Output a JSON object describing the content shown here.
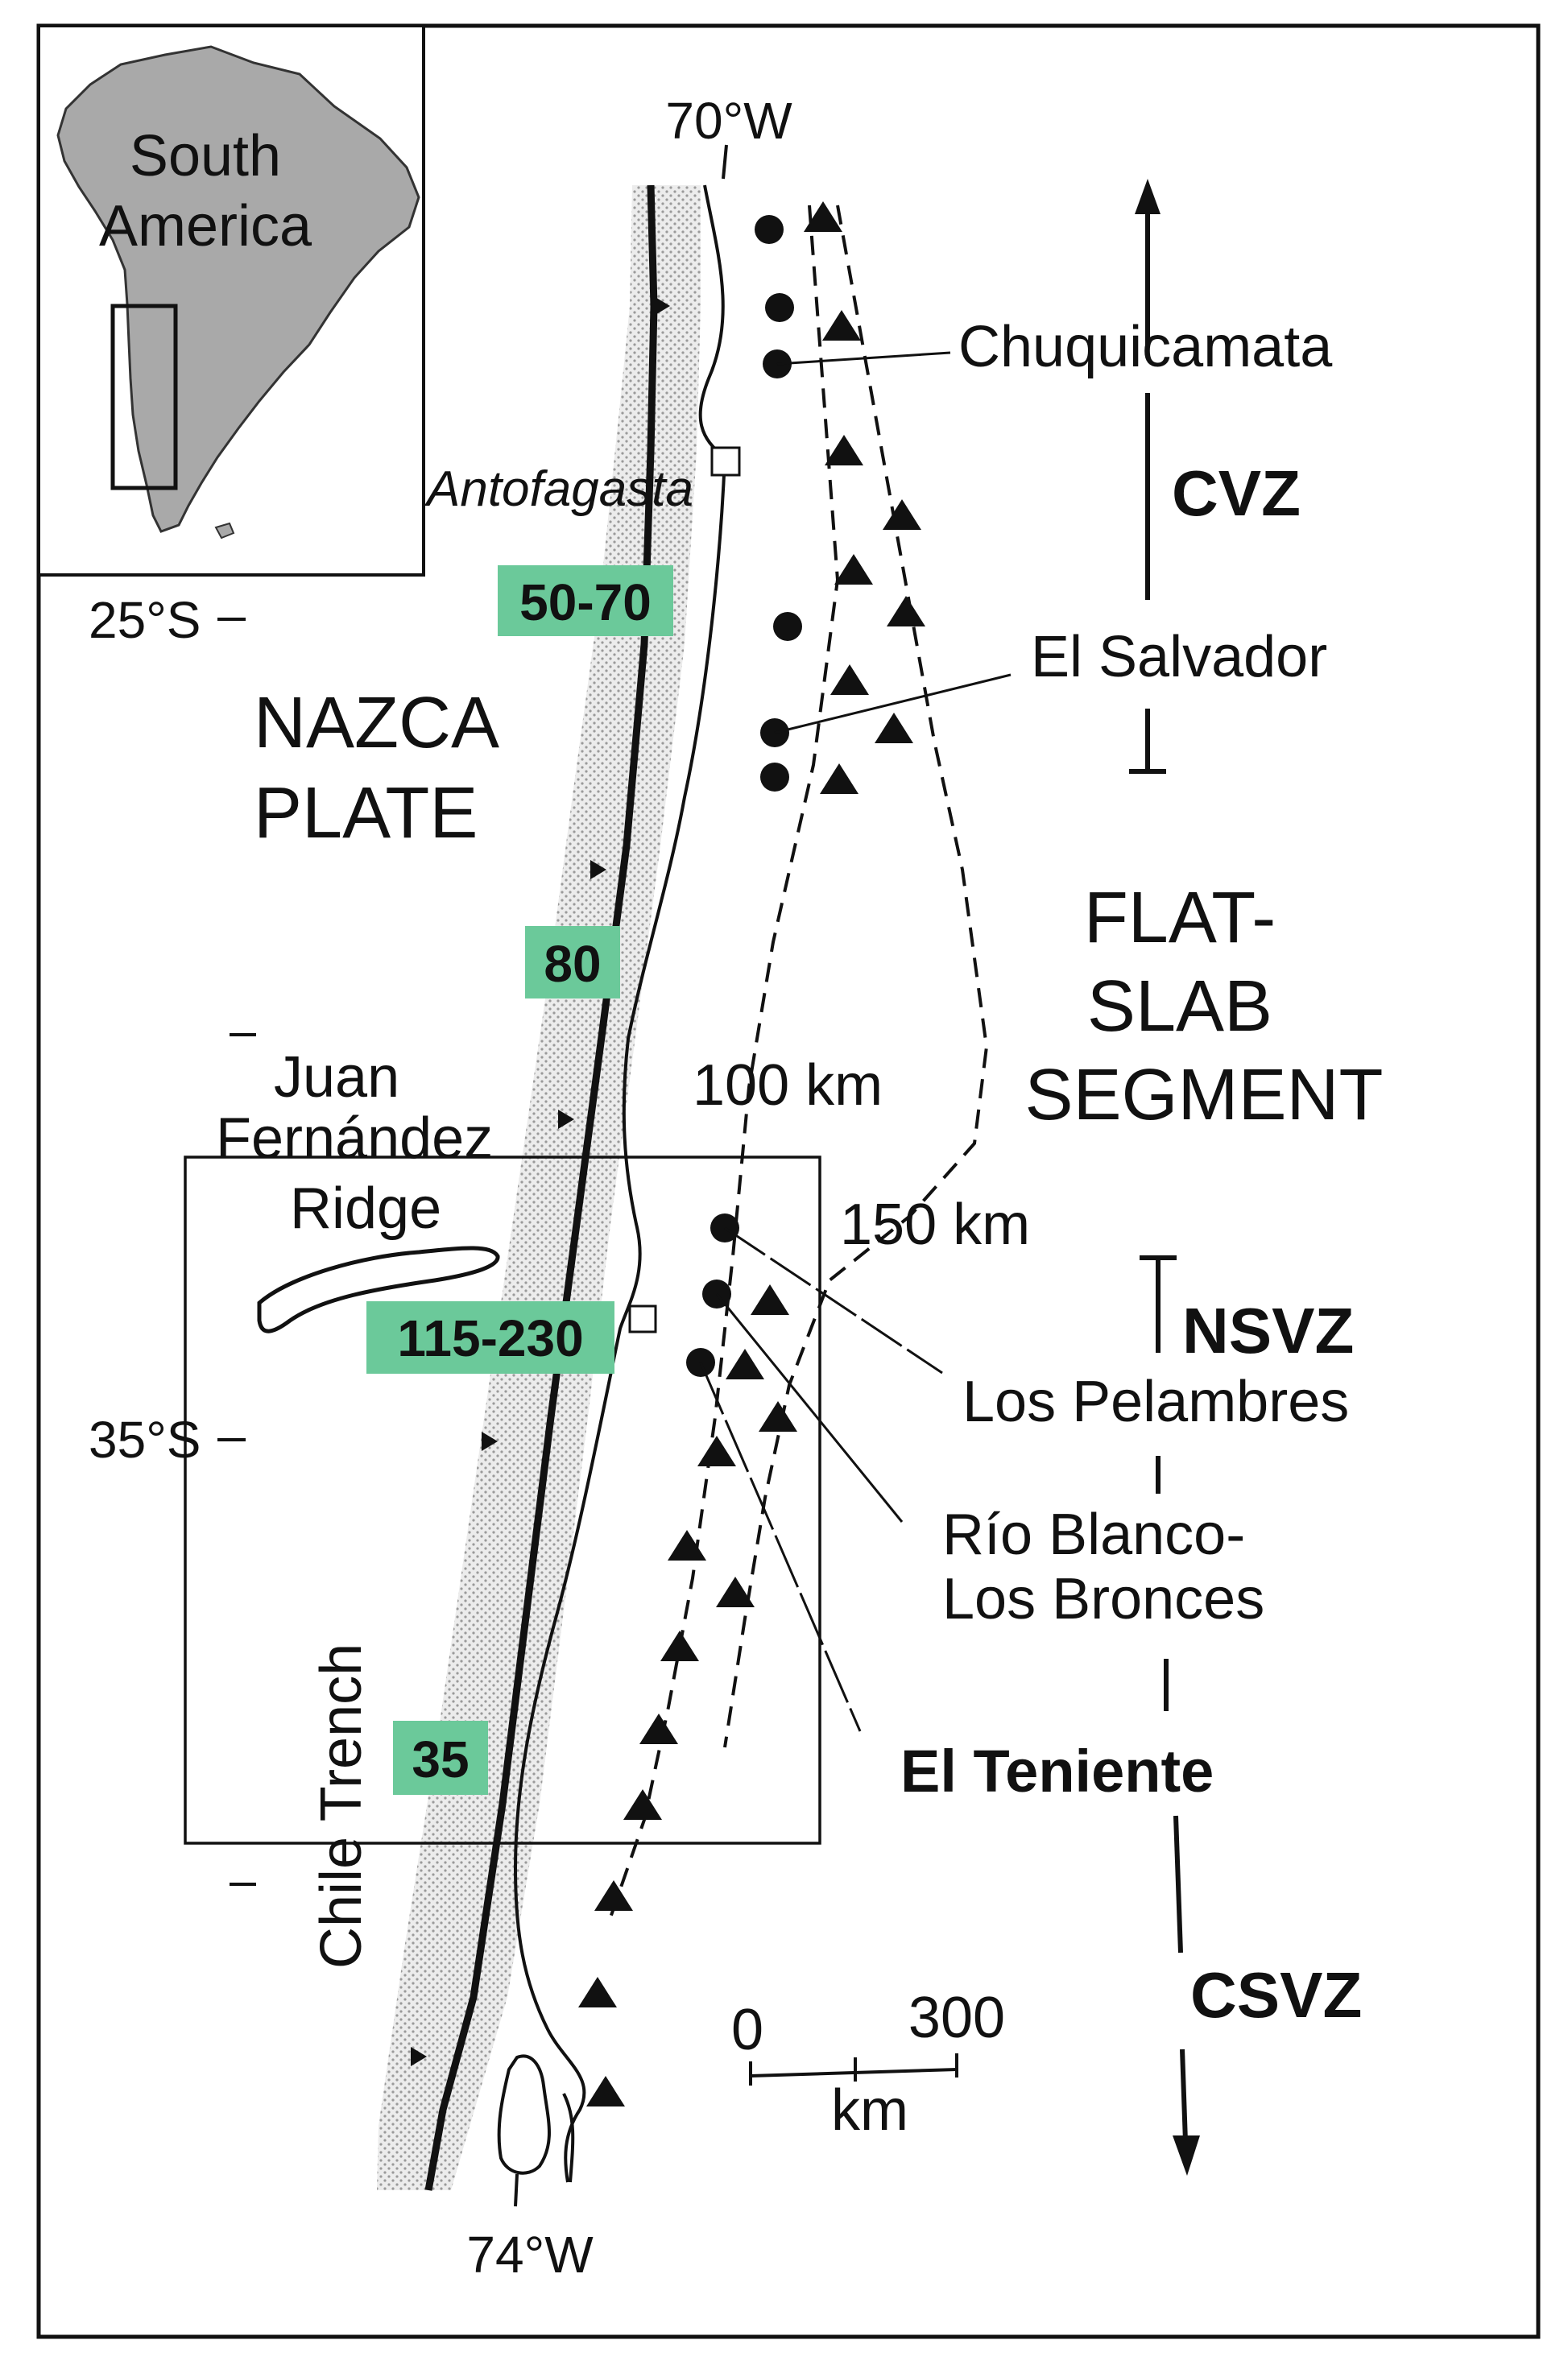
{
  "inset": {
    "continent_label_line1": "South",
    "continent_label_line2": "America"
  },
  "coordinates": {
    "lon_top": "70°W",
    "lon_bottom": "74°W",
    "lat_north": "25°S",
    "lat_south": "35°S"
  },
  "plate_label_line1": "NAZCA",
  "plate_label_line2": "PLATE",
  "trench_label": "Chile Trench",
  "ridge_label_line1": "Juan",
  "ridge_label_line2": "Fernández",
  "ridge_label_line3": "Ridge",
  "cities": [
    {
      "name": "Antofagasta"
    }
  ],
  "rate_badges": [
    {
      "text": "50-70"
    },
    {
      "text": "80"
    },
    {
      "text": "115-230"
    },
    {
      "text": "35"
    }
  ],
  "slab_depths": [
    {
      "text": "100 km"
    },
    {
      "text": "150 km"
    }
  ],
  "deposits": [
    {
      "name": "Chuquicamata"
    },
    {
      "name": "El Salvador"
    },
    {
      "name": "Los Pelambres"
    },
    {
      "name": "Río Blanco-"
    },
    {
      "name": "Los Bronces"
    },
    {
      "name": "El Teniente"
    }
  ],
  "zones": [
    {
      "text": "CVZ"
    },
    {
      "text": "NSVZ"
    },
    {
      "text": "CSVZ"
    }
  ],
  "flat_slab_line1": "FLAT-",
  "flat_slab_line2": "SLAB",
  "flat_slab_line3": "SEGMENT",
  "scale_bar": {
    "start": "0",
    "end": "300",
    "unit": "km"
  },
  "colors": {
    "badge_fill": "#6bc99a",
    "trench_shade": "#d9d9d9",
    "land_gray": "#a9a9a9",
    "ink": "#111111"
  }
}
